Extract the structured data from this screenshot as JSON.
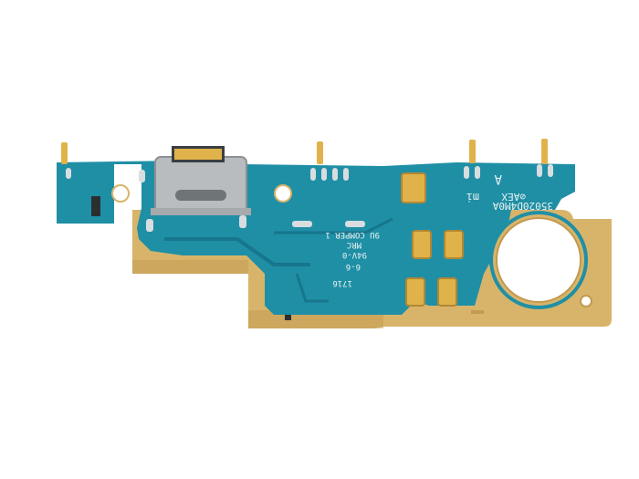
{
  "photo": {
    "subject": "USB-C charging port flex board",
    "colors": {
      "background": "#ffffff",
      "pcb": "#1f8fa6",
      "pcb_dark": "#17768c",
      "flex": "#d8b46a",
      "flex_dark": "#c29a50",
      "gold": "#e0b24a",
      "connector": "#b9bcbf",
      "silk": "#e9f2f0"
    }
  },
  "markings": {
    "board_code": "35020D4M0A",
    "brand": "mi",
    "brand_prefix": "⊘AEX",
    "revision": "A",
    "copper": "9U COMPER 1",
    "maker": "MRC",
    "rating": "94V-0",
    "lot": "6-6",
    "date": "1716"
  }
}
